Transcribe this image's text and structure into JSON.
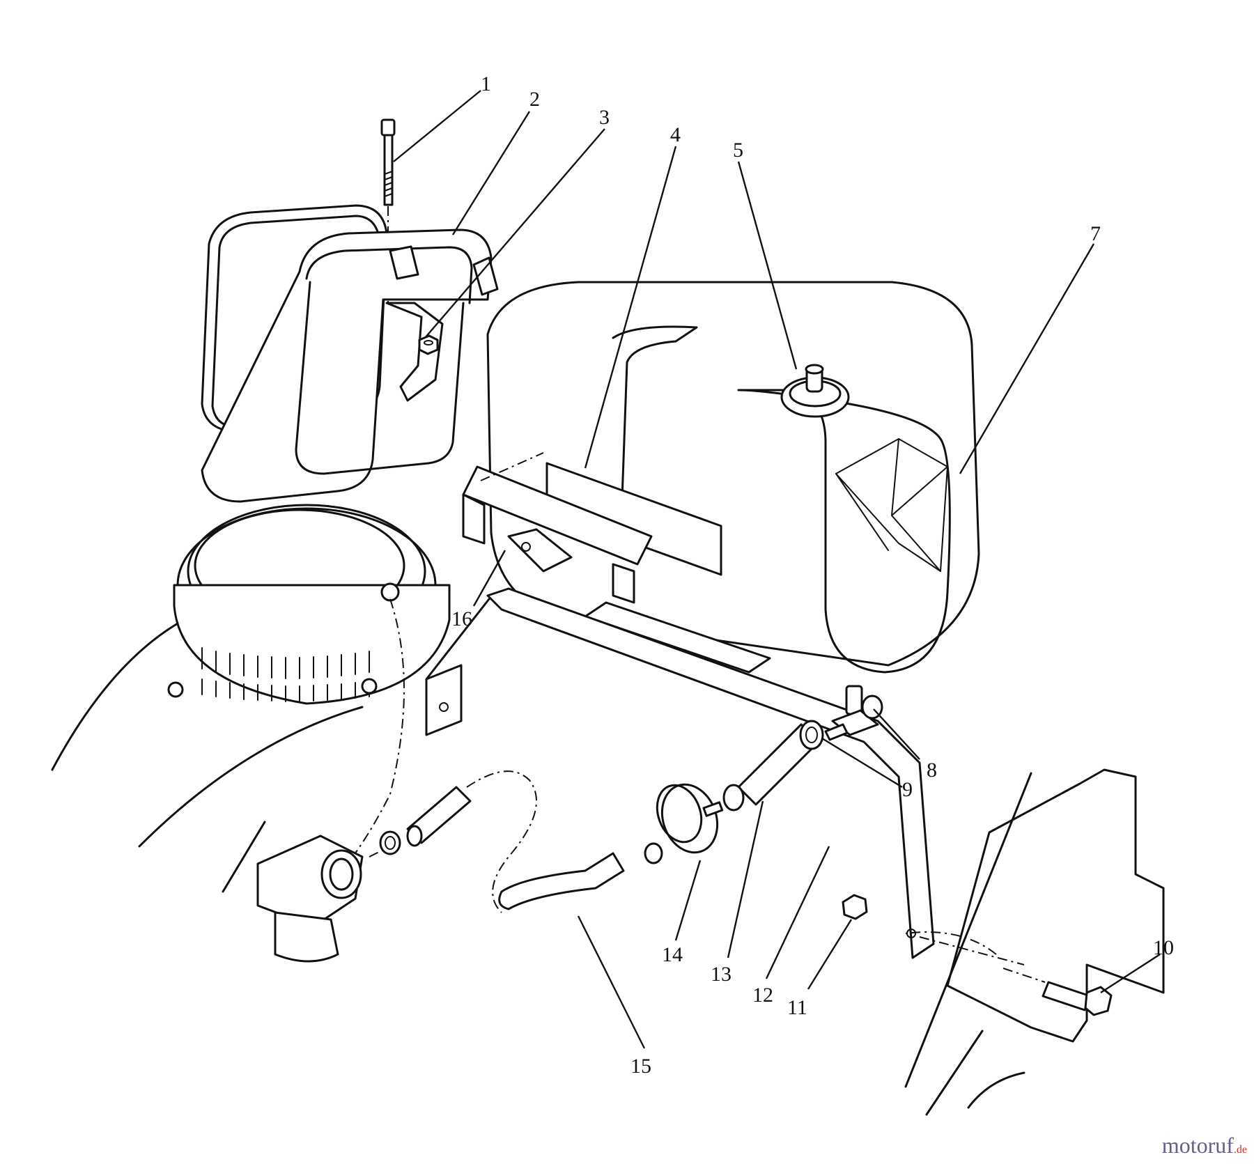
{
  "callouts": [
    {
      "id": "1",
      "label": "1"
    },
    {
      "id": "2",
      "label": "2"
    },
    {
      "id": "3",
      "label": "3"
    },
    {
      "id": "4",
      "label": "4"
    },
    {
      "id": "5",
      "label": "5"
    },
    {
      "id": "7",
      "label": "7"
    },
    {
      "id": "8",
      "label": "8"
    },
    {
      "id": "9",
      "label": "9"
    },
    {
      "id": "10",
      "label": "10"
    },
    {
      "id": "11",
      "label": "11"
    },
    {
      "id": "12",
      "label": "12"
    },
    {
      "id": "13",
      "label": "13"
    },
    {
      "id": "14",
      "label": "14"
    },
    {
      "id": "15",
      "label": "15"
    },
    {
      "id": "16",
      "label": "16"
    }
  ],
  "watermark": {
    "brand": "motoruf",
    "tld": ".de"
  }
}
